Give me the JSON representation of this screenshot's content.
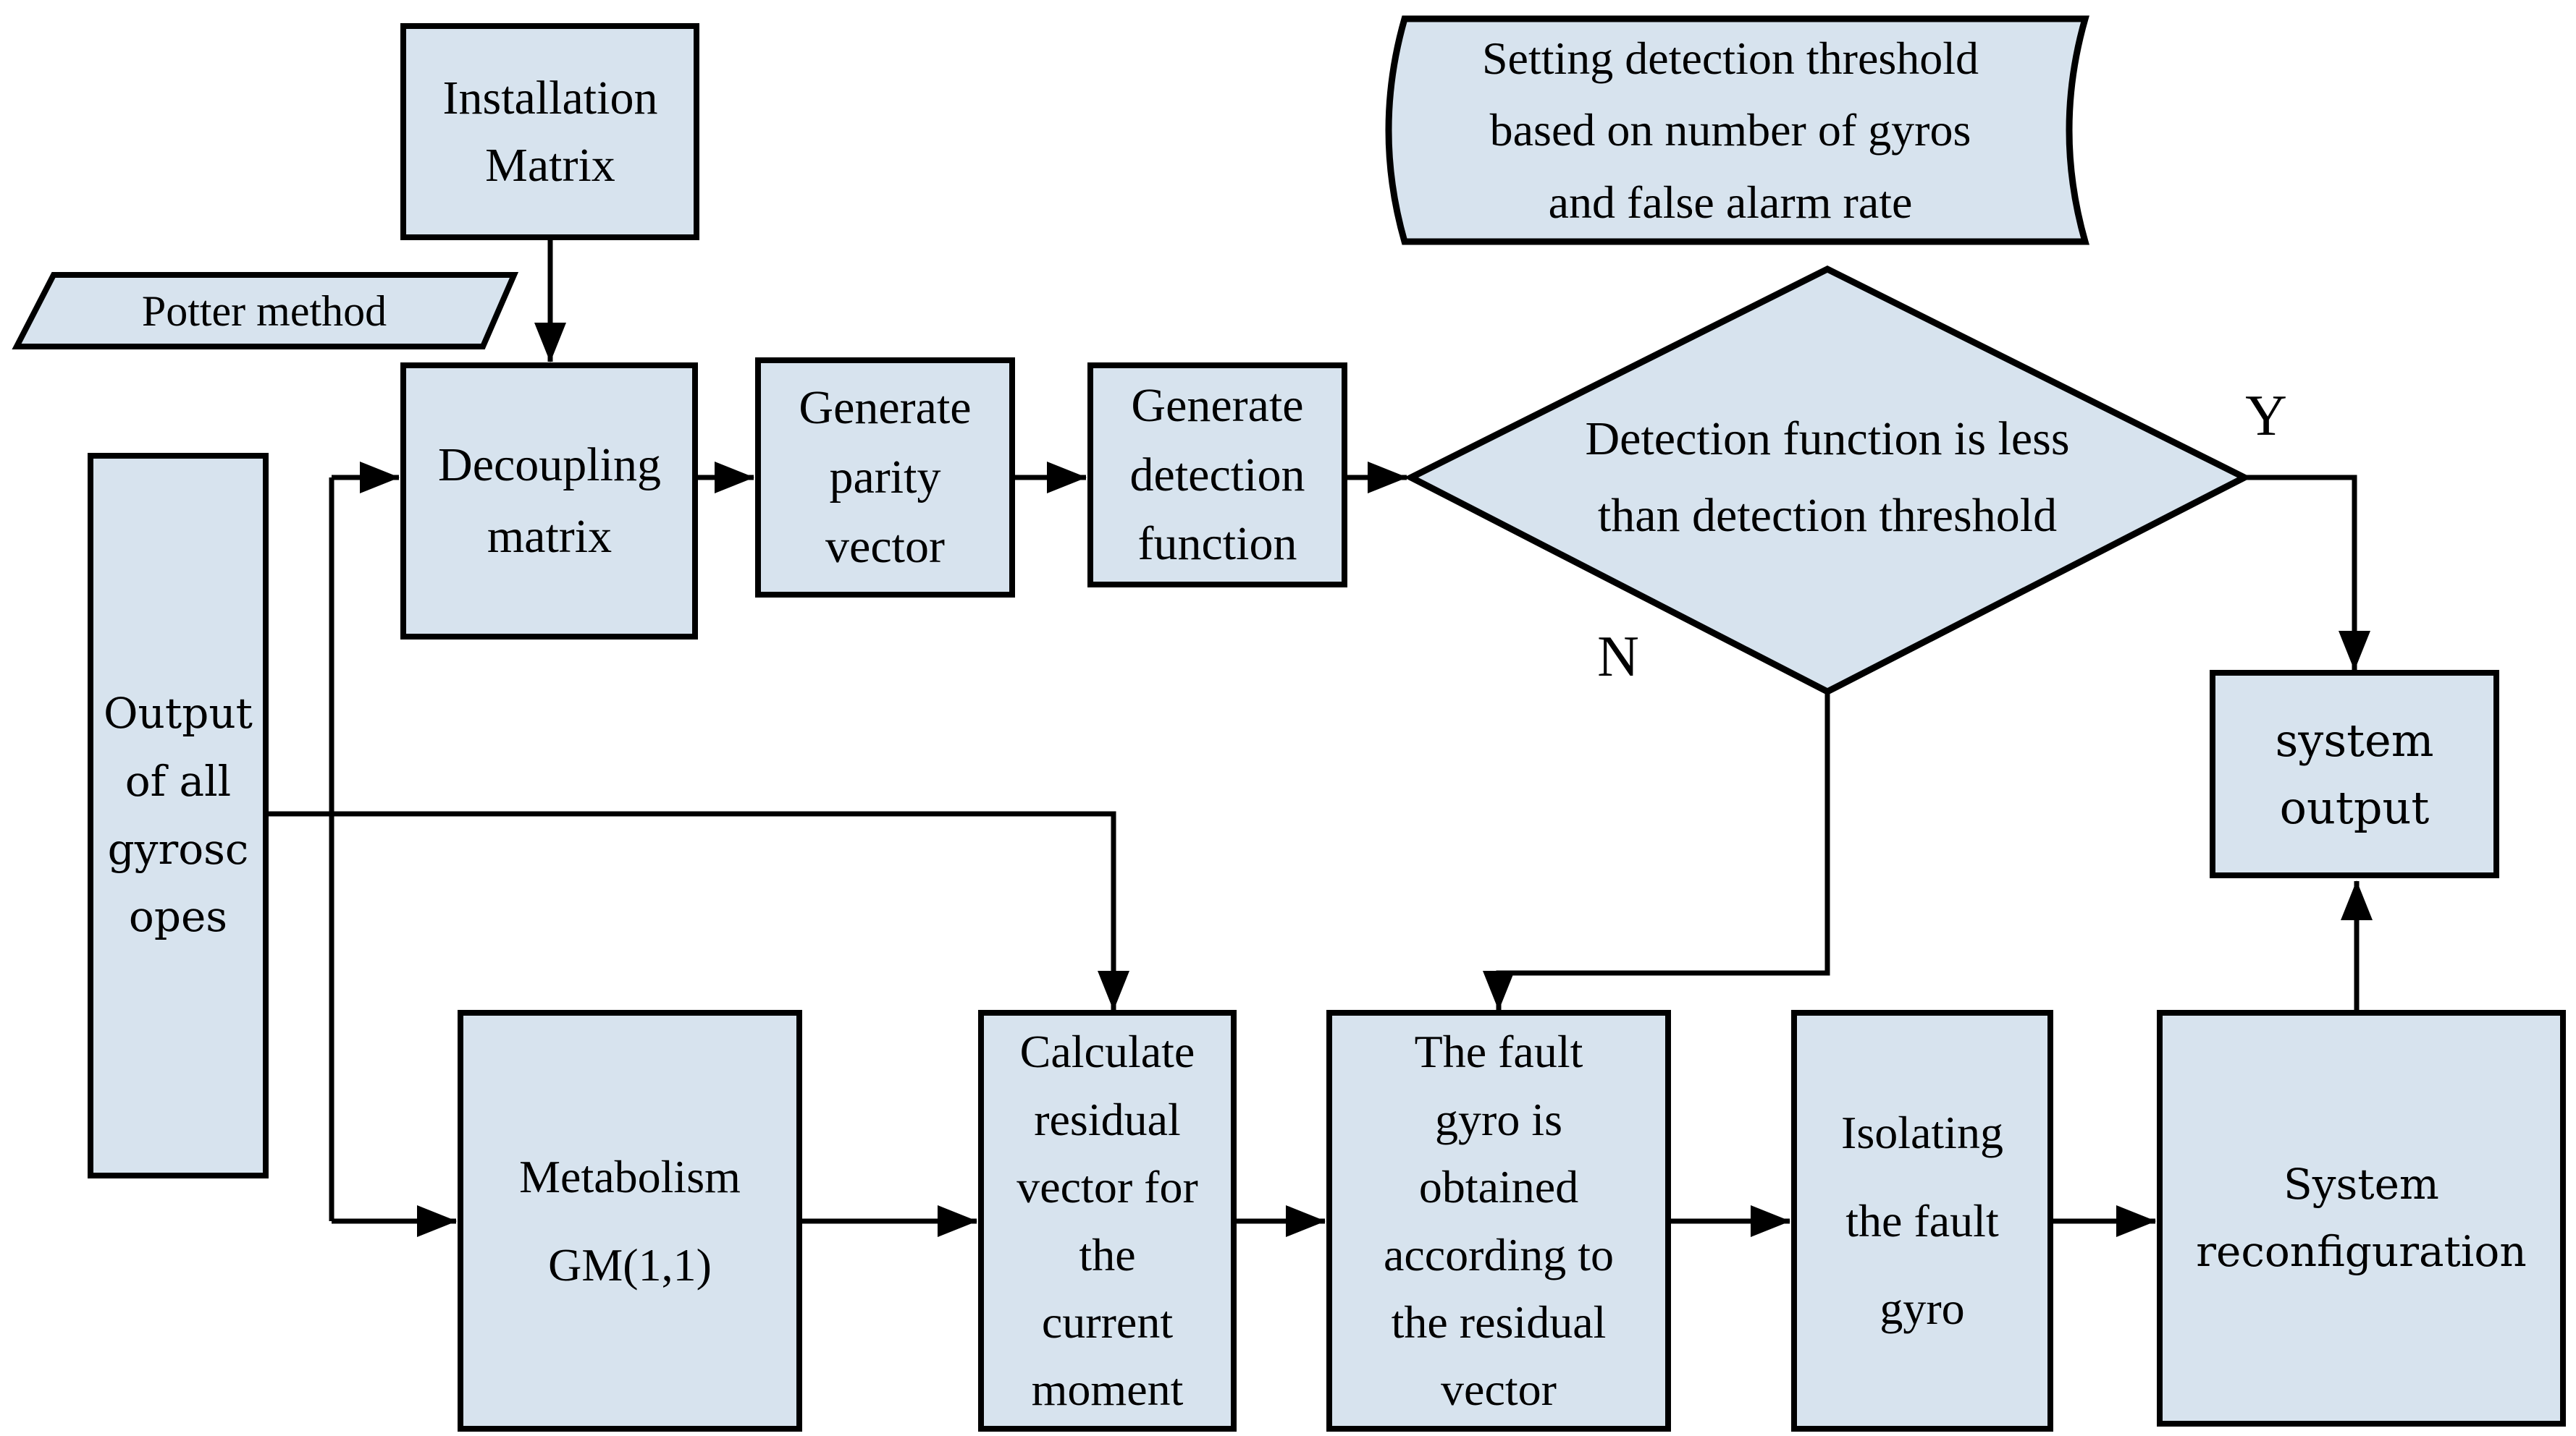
{
  "palette": {
    "node_fill": "#d7e3ee",
    "node_border": "#000000",
    "line_color": "#000000",
    "text_color": "#000000",
    "background": "#ffffff"
  },
  "nodes": {
    "installation": {
      "label": "Installation\nMatrix"
    },
    "potter": {
      "label": "Potter method"
    },
    "decoupling": {
      "label": "Decoupling\nmatrix"
    },
    "generate_parity": {
      "label": "Generate\nparity\nvector"
    },
    "generate_detection": {
      "label": "Generate\ndetection\nfunction"
    },
    "threshold_note": {
      "label": "Setting detection threshold\nbased on number of gyros\nand false alarm rate"
    },
    "decision": {
      "label": "Detection function is less\nthan detection threshold"
    },
    "gyro_output": {
      "label": "Output\nof all\ngyrosc\nopes"
    },
    "metabolism": {
      "label": "Metabolism\nGM(1,1)"
    },
    "calculate_residual": {
      "label": "Calculate\nresidual\nvector for\nthe\ncurrent\nmoment"
    },
    "fault_gyro": {
      "label": "The fault\ngyro is\nobtained\naccording to\nthe residual\nvector"
    },
    "isolating": {
      "label": "Isolating\nthe fault\ngyro"
    },
    "system_reconfiguration": {
      "label": "System\nreconfiguration"
    },
    "system_output": {
      "label": "system\noutput"
    }
  },
  "edge_labels": {
    "yes": "Y",
    "no": "N"
  }
}
